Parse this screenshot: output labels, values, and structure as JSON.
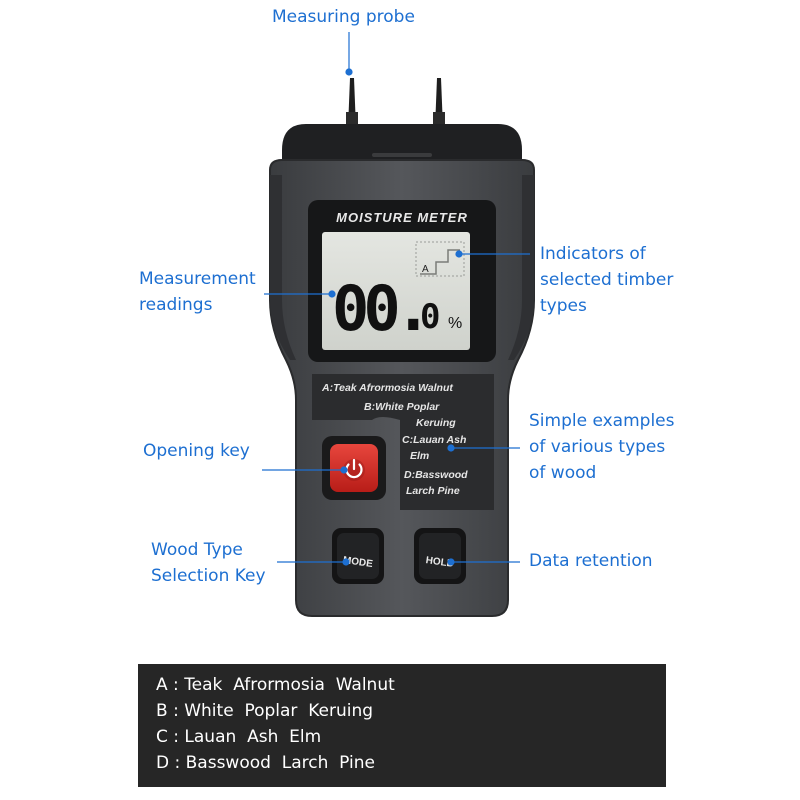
{
  "device": {
    "title": "MOISTURE METER",
    "reading_main": "00.",
    "reading_decimal": "0",
    "unit": "%",
    "timber_indicator": "A",
    "wood_list": {
      "a": "A:Teak Afrormosia Walnut",
      "b": "B:White Poplar",
      "b2": "Keruing",
      "c": "C:Lauan Ash",
      "c2": "Elm",
      "d": "D:Basswood",
      "d2": "Larch Pine"
    },
    "mode_label": "MODE",
    "hold_label": "HOLD"
  },
  "callouts": {
    "probe": "Measuring probe",
    "indicators_1": "Indicators of",
    "indicators_2": "selected timber",
    "indicators_3": "types",
    "readings_1": "Measurement",
    "readings_2": "readings",
    "opening": "Opening key",
    "examples_1": "Simple examples",
    "examples_2": "of various types",
    "examples_3": "of wood",
    "wood_type_1": "Wood Type",
    "wood_type_2": "Selection Key",
    "retention": "Data retention"
  },
  "legend": [
    {
      "letter": "A",
      "sep": ":",
      "woods": "Teak  Afrormosia  Walnut"
    },
    {
      "letter": "B",
      "sep": ":",
      "woods": "White  Poplar  Keruing"
    },
    {
      "letter": "C",
      "sep": ":",
      "woods": "Lauan  Ash  Elm"
    },
    {
      "letter": "D",
      "sep": ":",
      "woods": "Basswood  Larch  Pine"
    }
  ],
  "colors": {
    "callout": "#1d6fd1",
    "body": "#4a4c4f",
    "power_button": "#d42a24",
    "lcd": "#d9dbd6"
  }
}
